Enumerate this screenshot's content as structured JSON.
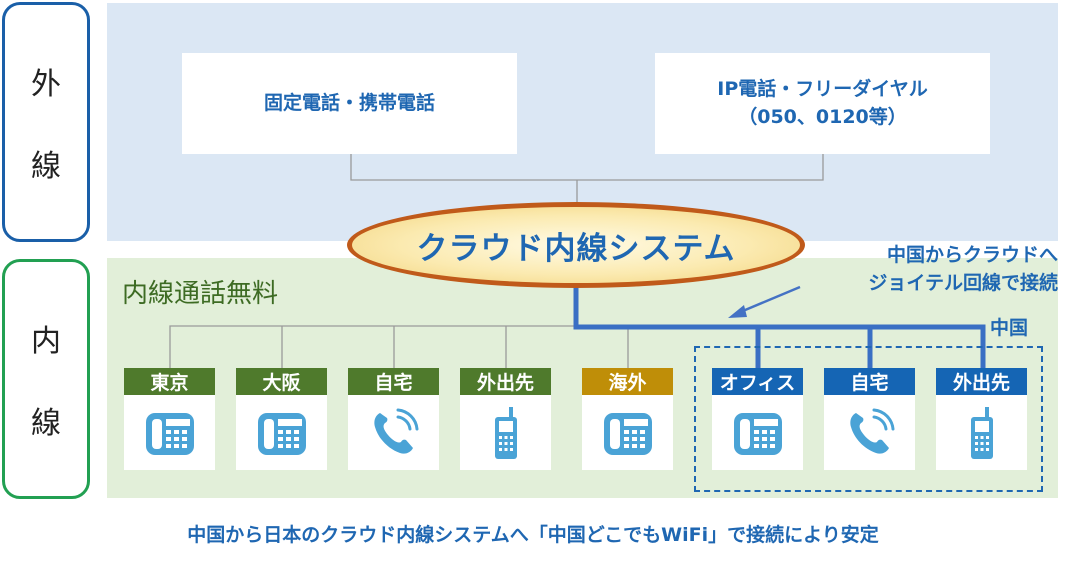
{
  "side_labels": {
    "outer": [
      "外",
      "線"
    ],
    "inner": [
      "内",
      "線"
    ]
  },
  "external_lines": {
    "landline_mobile": "固定電話・携帯電話",
    "ip_phone_line1": "IP電話・フリーダイヤル",
    "ip_phone_line2": "（050、0120等）"
  },
  "cloud_system": "クラウド内線システム",
  "inner_zone_title": "内線通話無料",
  "china_note": {
    "line1": "中国からクラウドへ",
    "line2": "ジョイテル回線で接続"
  },
  "china_label": "中国",
  "terminals": [
    {
      "label": "東京",
      "group": "japan",
      "icon": "desk-phone-icon"
    },
    {
      "label": "大阪",
      "group": "japan",
      "icon": "desk-phone-icon"
    },
    {
      "label": "自宅",
      "group": "japan",
      "icon": "handset-icon"
    },
    {
      "label": "外出先",
      "group": "japan",
      "icon": "mobile-phone-icon"
    },
    {
      "label": "海外",
      "group": "overseas",
      "icon": "desk-phone-icon"
    },
    {
      "label": "オフィス",
      "group": "china",
      "icon": "desk-phone-icon"
    },
    {
      "label": "自宅",
      "group": "china",
      "icon": "handset-icon"
    },
    {
      "label": "外出先",
      "group": "china",
      "icon": "mobile-phone-icon"
    }
  ],
  "bottom_caption": "中国から日本のクラウド内線システムへ「中国どこでもWiFi」で接続により安定",
  "colors": {
    "accent_blue": "#1f67b2",
    "japan_green": "#4f7a2c",
    "overseas_gold": "#bf8e08",
    "china_blue": "#1565b4",
    "ellipse_border": "#c05a1a",
    "icon_color": "#4aa3d6"
  }
}
